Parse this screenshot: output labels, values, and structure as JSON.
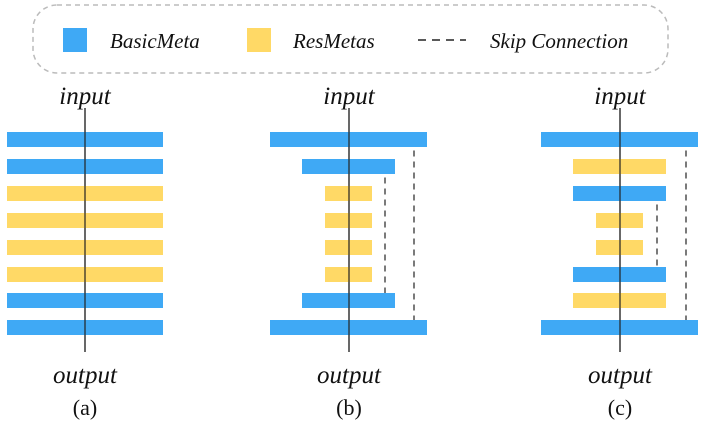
{
  "colors": {
    "basic_meta": "#3fa9f5",
    "res_metas": "#ffd966",
    "axis": "#222222",
    "legend_border": "#bbbbbb"
  },
  "legend": {
    "basic_meta": "BasicMeta",
    "res_metas": "ResMetas",
    "skip": "Skip Connection"
  },
  "panels": [
    {
      "input_label": "input",
      "output_label": "output",
      "caption": "(a)",
      "layers": [
        "basic",
        "basic",
        "res",
        "res",
        "res",
        "res",
        "basic",
        "basic"
      ],
      "skip_connections": []
    },
    {
      "input_label": "input",
      "output_label": "output",
      "caption": "(b)",
      "layers": [
        "basic",
        "basic",
        "res",
        "res",
        "res",
        "res",
        "basic",
        "basic"
      ],
      "skip_connections": [
        {
          "from": 1,
          "to": 6
        },
        {
          "from": 0,
          "to": 7
        }
      ]
    },
    {
      "input_label": "input",
      "output_label": "output",
      "caption": "(c)",
      "layers": [
        "basic",
        "res",
        "basic",
        "res",
        "res",
        "basic",
        "res",
        "basic"
      ],
      "skip_connections": [
        {
          "from": 2,
          "to": 5
        },
        {
          "from": 0,
          "to": 7
        }
      ]
    }
  ]
}
